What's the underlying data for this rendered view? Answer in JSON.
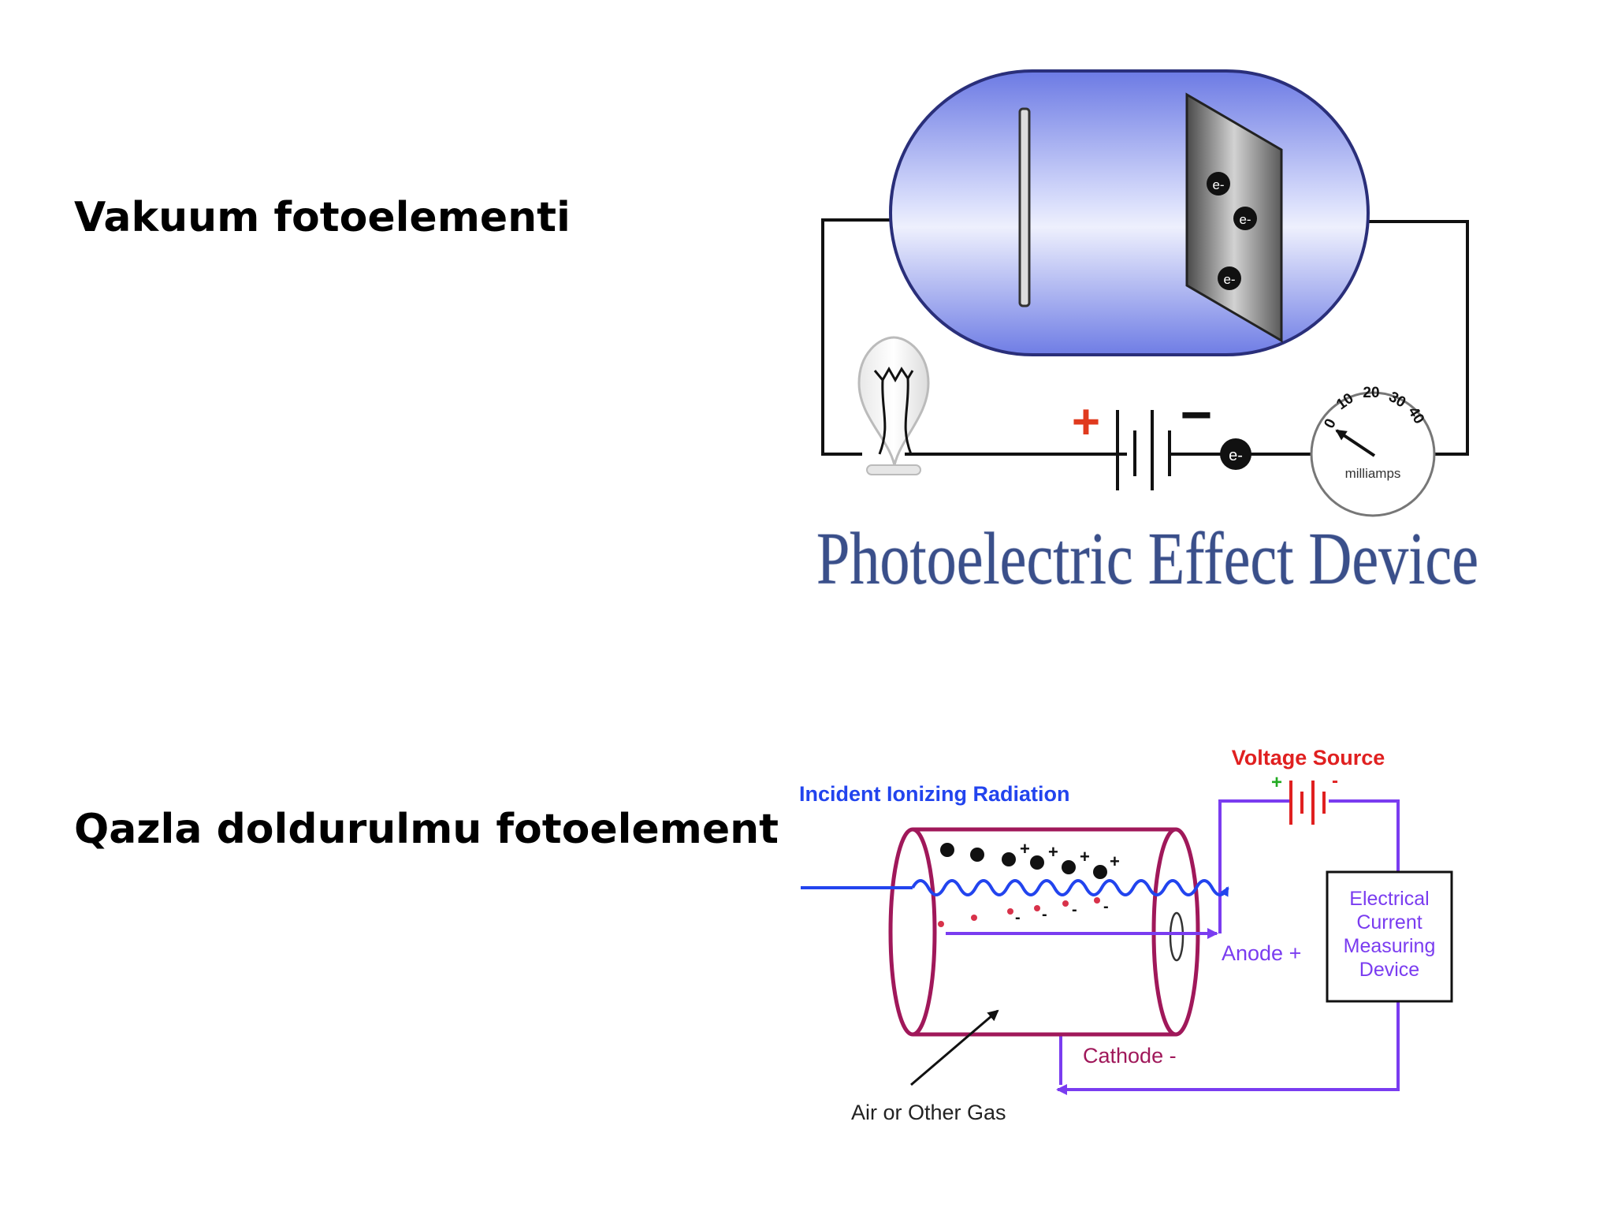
{
  "headings": {
    "vacuum": "Vakuum fotoelementi",
    "gas": "Qazla doldurulmu fotoelement"
  },
  "vacuum_diagram": {
    "title": "Photoelectric Effect Device",
    "electron_label": "e-",
    "plus_sign": "+",
    "minus_sign": "−",
    "meter_ticks": [
      "0",
      "10",
      "20",
      "30",
      "40"
    ],
    "meter_unit": "milliamps",
    "colors": {
      "tube": "#7a86e6",
      "title": "#3a4f8a",
      "plus": "#e03a1e"
    }
  },
  "gas_diagram": {
    "radiation_label": "Incident Ionizing Radiation",
    "voltage_label": "Voltage Source",
    "battery_plus": "+",
    "battery_minus": "-",
    "ion_plus": "+",
    "ion_minus": "-",
    "anode_label": "Anode +",
    "cathode_label": "Cathode -",
    "gas_label": "Air or Other Gas",
    "meter_lines": [
      "Electrical",
      "Current",
      "Measuring",
      "Device"
    ],
    "colors": {
      "cylinder": "#a0185a",
      "circuit": "#7a3cf0",
      "radiation": "#2244ee",
      "voltage": "#e02020"
    }
  }
}
